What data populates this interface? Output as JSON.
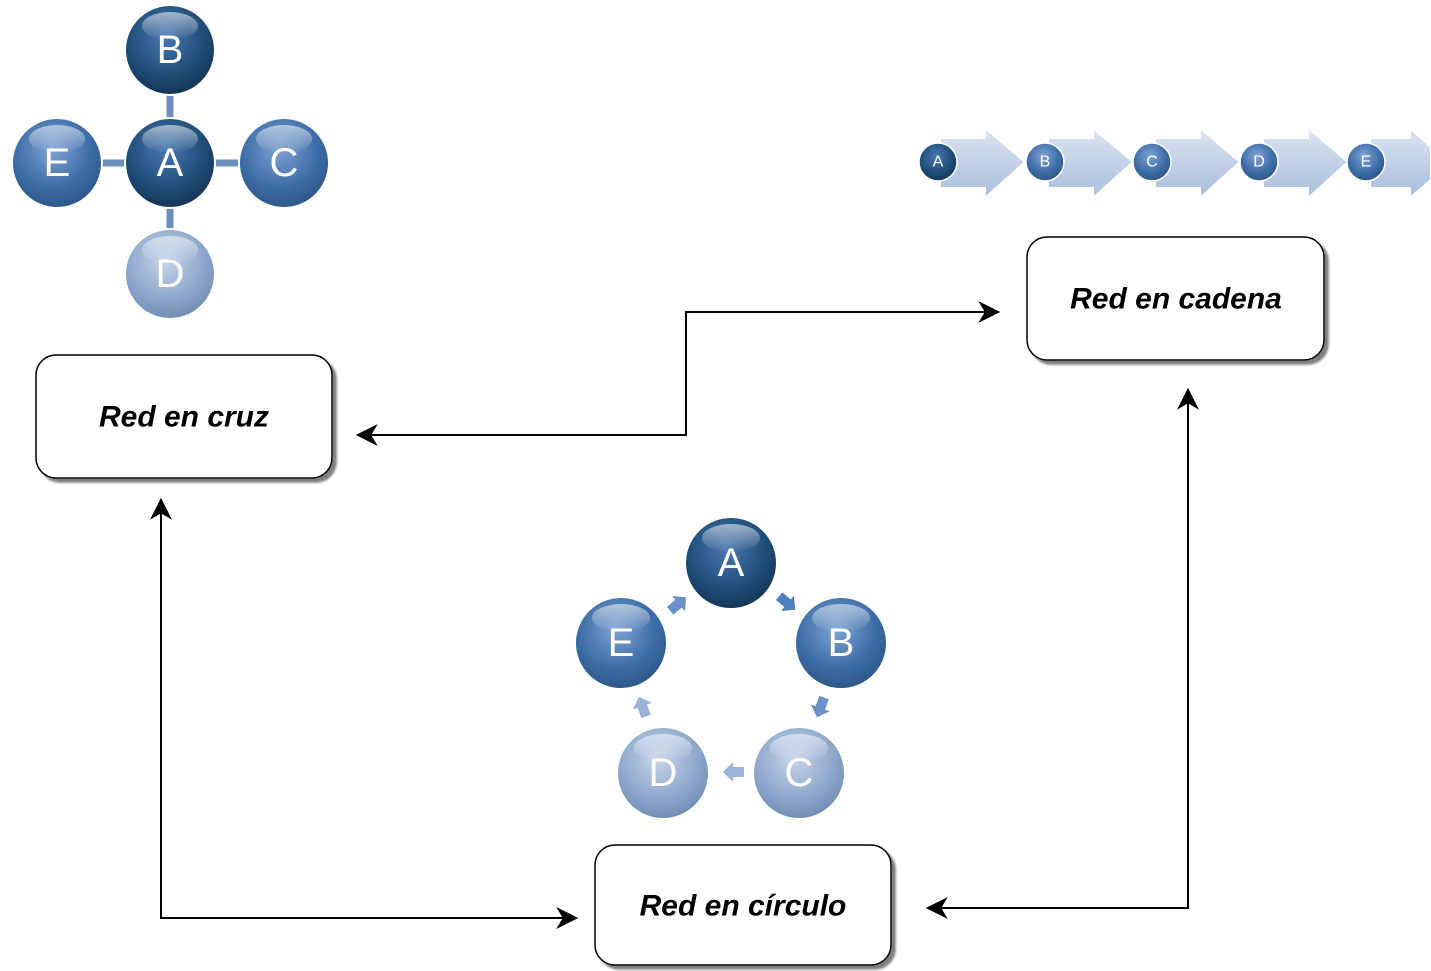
{
  "boxes": {
    "cross": "Red en cruz",
    "chain": "Red en cadena",
    "circle": "Red en círculo"
  },
  "cross_network": {
    "center": "A",
    "top": "B",
    "right": "C",
    "bottom": "D",
    "left": "E"
  },
  "chain_network": {
    "nodes": [
      "A",
      "B",
      "C",
      "D",
      "E"
    ]
  },
  "circle_network": {
    "nodes": [
      "A",
      "B",
      "C",
      "D",
      "E"
    ]
  },
  "colors": {
    "dark_blue": "#1f4e79",
    "mid_blue": "#3d6da8",
    "light_blue": "#8fa8cc",
    "arrow_fill": "#b3c6e0",
    "connector": "#6d8fbd"
  }
}
